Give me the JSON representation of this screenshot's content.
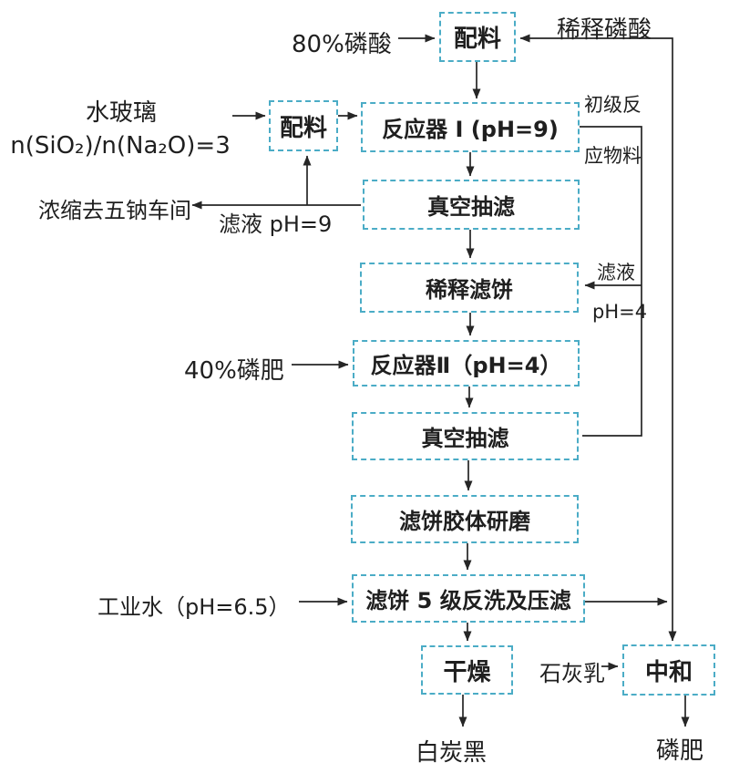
{
  "diagram": {
    "accent_color": "#4BACC6",
    "line_color": "#262626",
    "boxes": {
      "peiliao_top": "配料",
      "peiliao_left": "配料",
      "reactor1": "反应器 I (pH=9)",
      "vacuum1": "真空抽滤",
      "dilute_cake": "稀释滤饼",
      "reactor2": "反应器Ⅱ（pH=4）",
      "vacuum2": "真空抽滤",
      "colloid_mill": "滤饼胶体研磨",
      "backwash": "滤饼 5 级反洗及压滤",
      "drying": "干燥",
      "neutralize": "中和"
    },
    "labels": {
      "acid80": "80%磷酸",
      "dilute_acid": "稀释磷酸",
      "water_glass": "水玻璃",
      "ratio": "n(SiO₂)/n(Na₂O)=3",
      "concentrate": "浓缩去五钠车间",
      "filtrate_ph9": "滤液 pH=9",
      "primary_line1": "初级反",
      "primary_line2": "应物料",
      "filtrate": "滤液",
      "ph4": "pH=4",
      "phosphate40": "40%磷肥",
      "industrial_water": "工业水（pH=6.5）",
      "lime_milk": "石灰乳",
      "white_carbon": "白炭黑",
      "phosphate_fert": "磷肥"
    }
  }
}
